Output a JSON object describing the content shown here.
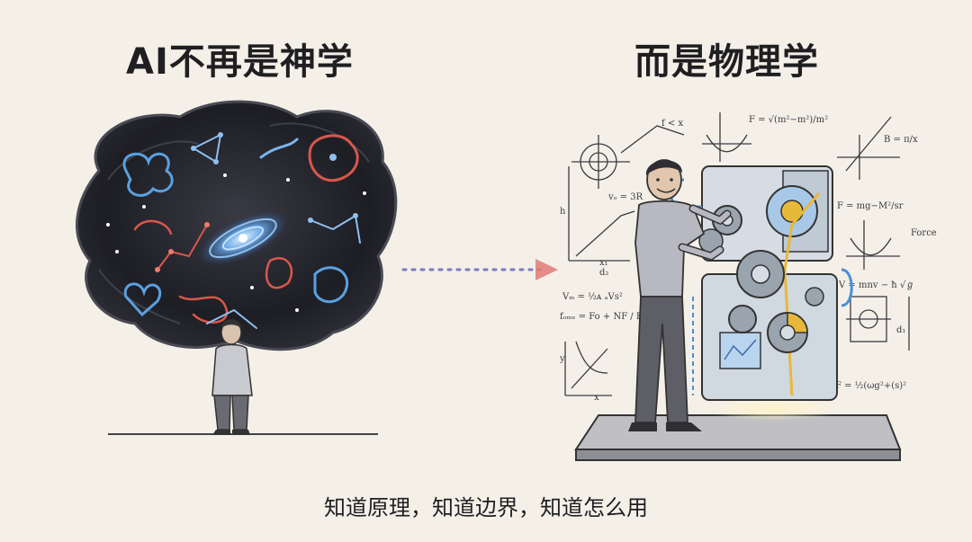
{
  "title_left": "AI不再是神学",
  "title_right": "而是物理学",
  "caption": "知道原理，知道边界，知道怎么用",
  "formulas": {
    "f1": "F = √(m²−m²)/m²",
    "f2": "F = mg−M²/sr",
    "f3": "Force",
    "f4": "V = mnv − ħ √ℊ",
    "f5": "F = ½(ωg²+(s)²",
    "f6": "Vₘ = ½ᴀ ₐVs²",
    "f7": "fₒₘₑ = Fo + NF / Fp + NE",
    "f8": "vₒ = 3R",
    "f9": "f < x",
    "f10": "d₂",
    "f11": "x₁",
    "f12": "h",
    "f13": "y",
    "f14": "x",
    "f15": "d₁",
    "f16": "B = π/x"
  },
  "colors": {
    "background": "#f4f0e8",
    "ink": "#1f1f22",
    "cloud": "#2a2a30",
    "blue": "#4a8fd8",
    "red": "#d8584a",
    "yellow": "#e8b83a"
  }
}
